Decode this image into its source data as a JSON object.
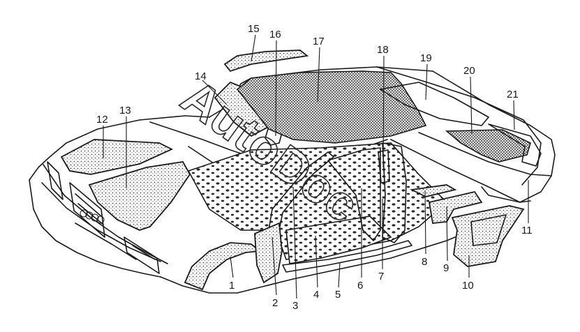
{
  "watermark": "AutoDoc",
  "badge": "Audi",
  "callouts": [
    "1",
    "2",
    "3",
    "4",
    "5",
    "6",
    "7",
    "8",
    "9",
    "10",
    "11",
    "12",
    "13",
    "14",
    "15",
    "16",
    "17",
    "18",
    "19",
    "20",
    "21"
  ],
  "colors": {
    "ink": "#1a1a1a",
    "paper": "#ffffff"
  }
}
